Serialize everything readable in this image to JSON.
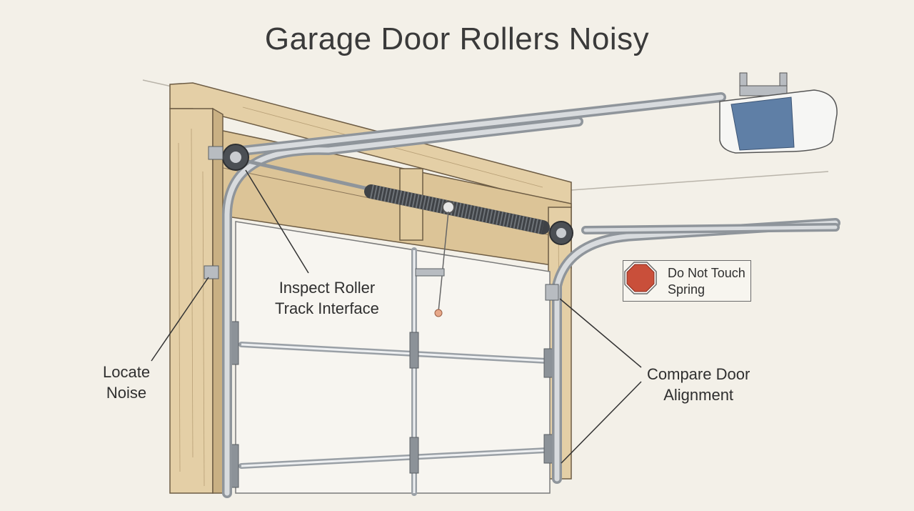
{
  "title": "Garage Door Rollers Noisy",
  "callouts": {
    "inspect_roller": [
      "Inspect Roller",
      "Track Interface"
    ],
    "locate_noise": [
      "Locate",
      "Noise"
    ],
    "compare_alignment": [
      "Compare Door",
      "Alignment"
    ]
  },
  "warning": {
    "lines": [
      "Do Not Touch",
      "Spring"
    ],
    "icon": "stop-octagon-icon",
    "color": "#c94f3a"
  },
  "colors": {
    "wood": "#e4cfa6",
    "metal": "#c9ccd0",
    "opener_blue": "#5f7fa6"
  }
}
